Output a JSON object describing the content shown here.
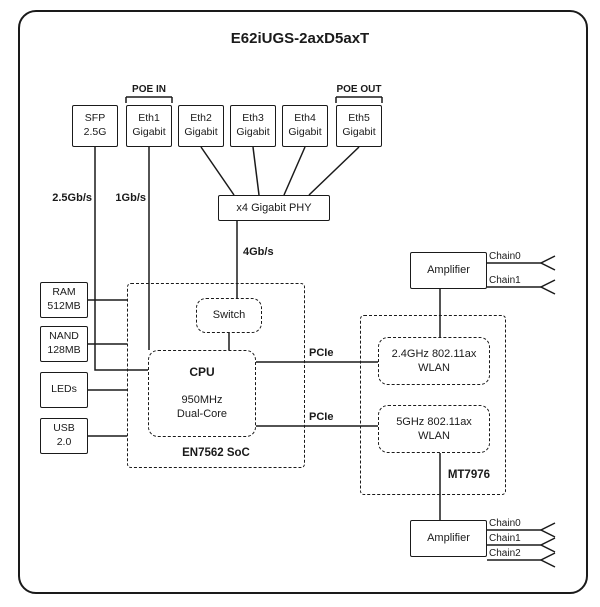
{
  "title": "E62iUGS-2axD5axT",
  "colors": {
    "line": "#1a1a1a",
    "background": "#ffffff"
  },
  "poe": {
    "in_label": "POE IN",
    "out_label": "POE OUT"
  },
  "ports": {
    "sfp": {
      "line1": "SFP",
      "line2": "2.5G"
    },
    "eth1": {
      "line1": "Eth1",
      "line2": "Gigabit"
    },
    "eth2": {
      "line1": "Eth2",
      "line2": "Gigabit"
    },
    "eth3": {
      "line1": "Eth3",
      "line2": "Gigabit"
    },
    "eth4": {
      "line1": "Eth4",
      "line2": "Gigabit"
    },
    "eth5": {
      "line1": "Eth5",
      "line2": "Gigabit"
    }
  },
  "phy": {
    "label": "x4 Gigabit PHY"
  },
  "link_labels": {
    "sfp": "2.5Gb/s",
    "eth1": "1Gb/s",
    "phy": "4Gb/s",
    "pcie_top": "PCIe",
    "pcie_bottom": "PCIe"
  },
  "left_blocks": {
    "ram": {
      "line1": "RAM",
      "line2": "512MB"
    },
    "nand": {
      "line1": "NAND",
      "line2": "128MB"
    },
    "leds": {
      "line1": "LEDs"
    },
    "usb": {
      "line1": "USB",
      "line2": "2.0"
    }
  },
  "soc": {
    "label": "EN7562 SoC",
    "switch_label": "Switch",
    "cpu": {
      "name": "CPU",
      "frequency": "950MHz",
      "cores": "Dual-Core"
    }
  },
  "wifi": {
    "label": "MT7976",
    "wlan24": {
      "line1": "2.4GHz 802.11ax",
      "line2": "WLAN"
    },
    "wlan5": {
      "line1": "5GHz 802.11ax",
      "line2": "WLAN"
    }
  },
  "amplifiers": {
    "top": {
      "label": "Amplifier",
      "chains": [
        "Chain0",
        "Chain1"
      ]
    },
    "bottom": {
      "label": "Amplifier",
      "chains": [
        "Chain0",
        "Chain1",
        "Chain2"
      ]
    }
  }
}
